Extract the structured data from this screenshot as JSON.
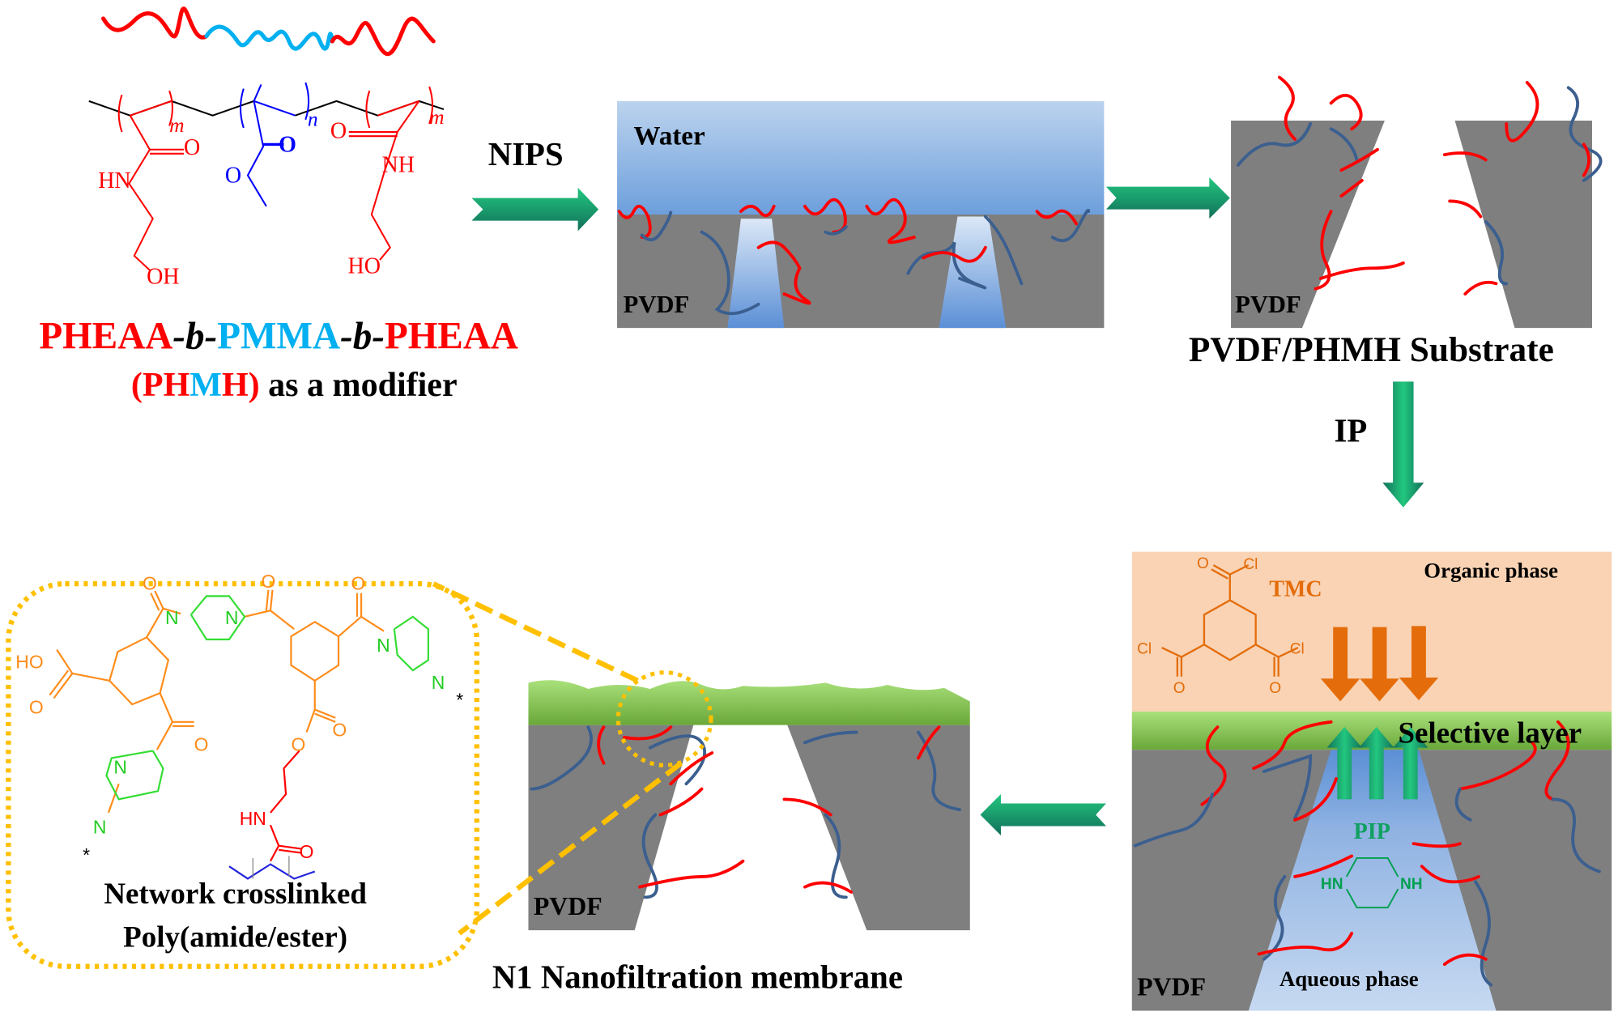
{
  "modifier": {
    "title_parts": [
      "PHEAA",
      "-b-",
      "PMMA",
      "-b-",
      "PHEAA"
    ],
    "subtitle_parts": [
      "(PH",
      "M",
      "H)",
      " as a modifier"
    ],
    "atoms": {
      "hn": "HN",
      "oh": "OH",
      "o1": "O",
      "o2": "O",
      "o3": "O",
      "o4": "O",
      "nh": "NH",
      "ho": "HO",
      "m1": "m",
      "n": "n",
      "m2": "m"
    }
  },
  "steps": {
    "nips": "NIPS",
    "ip": "IP"
  },
  "panel_nips": {
    "water": "Water",
    "pvdf": "PVDF"
  },
  "panel_substrate": {
    "pvdf": "PVDF",
    "caption": "PVDF/PHMH Substrate"
  },
  "panel_ip": {
    "organic": "Organic phase",
    "tmc": "TMC",
    "selective": "Selective layer",
    "pip": "PIP",
    "aqueous": "Aqueous phase",
    "pvdf": "PVDF",
    "tmc_atoms": {
      "o_top": "O",
      "cl_top": "Cl",
      "cl_left": "Cl",
      "o_left": "O",
      "cl_right": "Cl",
      "o_right": "O"
    },
    "pip_atoms": {
      "hn": "HN",
      "nh": "NH"
    }
  },
  "panel_membrane": {
    "pvdf": "PVDF",
    "caption": "N1 Nanofiltration membrane"
  },
  "network": {
    "line1": "Network crosslinked",
    "line2": "Poly(amide/ester)",
    "atoms": {
      "ho": "HO",
      "o_acid": "O",
      "o_a": "O",
      "n1": "N",
      "n2": "N",
      "o_b": "O",
      "o_c": "O",
      "n3": "N",
      "n4": "N",
      "star1": "*",
      "o_d": "O",
      "n5": "N",
      "n6": "N",
      "star2": "*",
      "o_e": "O",
      "o_f": "O",
      "hn": "HN",
      "o_g": "O"
    }
  },
  "colors": {
    "pheaa": "#ff0000",
    "pmma": "#00b0f0",
    "pvdf": "#7f7f7f",
    "selective": "#92d050",
    "organic": "#f9d3b4",
    "tmc": "#e46c0a",
    "pip": "#00a050",
    "arrow": "#1f9e76",
    "dotted": "#ffc000"
  }
}
